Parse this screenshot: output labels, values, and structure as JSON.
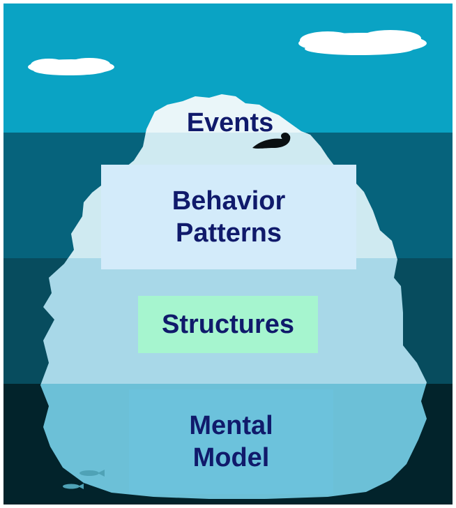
{
  "diagram": {
    "levels": [
      {
        "id": "events",
        "lines": [
          "Events"
        ]
      },
      {
        "id": "behavior-patterns",
        "lines": [
          "Behavior",
          "Patterns"
        ]
      },
      {
        "id": "structures",
        "lines": [
          "Structures"
        ]
      },
      {
        "id": "mental-model",
        "lines": [
          "Mental",
          "Model"
        ]
      }
    ]
  },
  "colors": {
    "sky": "#0aa3c4",
    "water_band_1": "#06637c",
    "water_band_2": "#074c5e",
    "water_band_3": "#02232b",
    "ice_tip": "#eaf6f9",
    "ice_upper": "#cfeaf1",
    "ice_middle": "#a8d8e8",
    "ice_lower": "#6cc0d7",
    "box_behavior": "#d3ebfa",
    "box_structures": "#a6f5cf",
    "box_mental": "#6cc2dc",
    "text": "#101a6b"
  }
}
